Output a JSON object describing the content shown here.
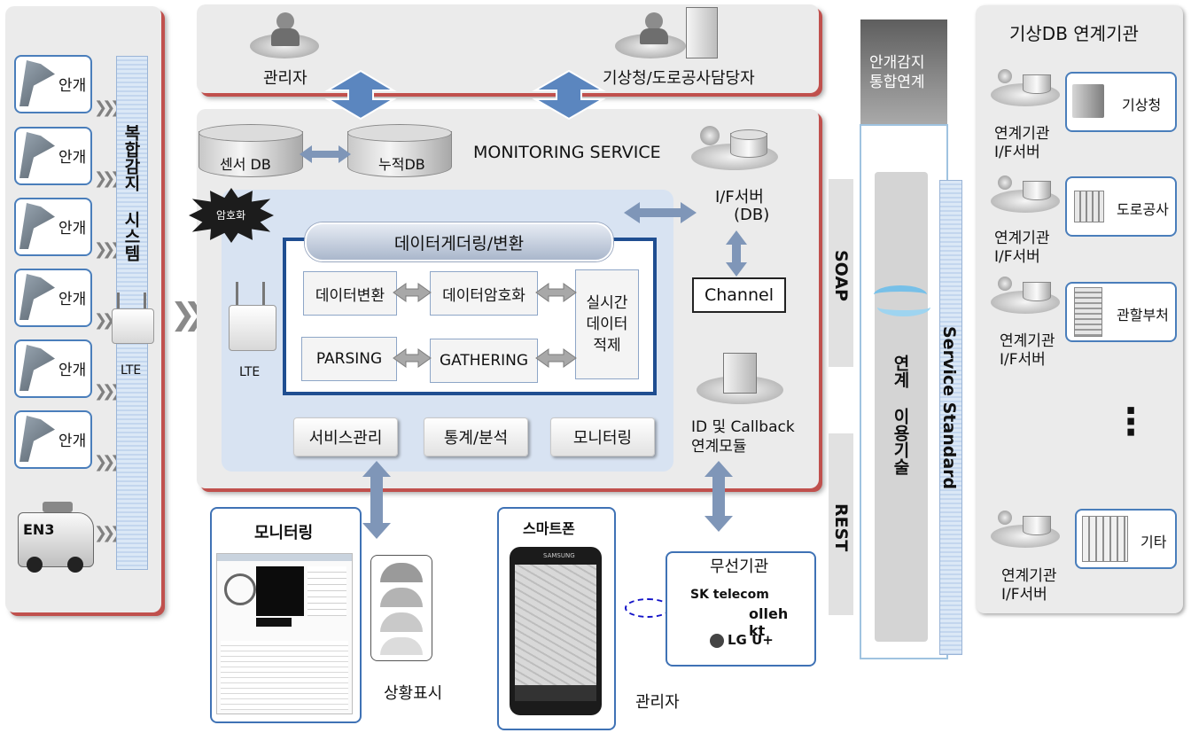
{
  "left_panel": {
    "sensors": [
      "안개",
      "안개",
      "안개",
      "안개",
      "안개",
      "안개"
    ],
    "bar_label": "복합감지 시스템",
    "lte": "LTE",
    "vehicle": "EN3"
  },
  "top_panel": {
    "admin": "관리자",
    "weather_staff": "기상청/도로공사담당자"
  },
  "monitoring": {
    "title": "MONITORING SERVICE",
    "sensor_db": "센서 DB",
    "cumulative_db": "누적DB",
    "encryption_badge": "암호화",
    "lte": "LTE",
    "pipeline_title": "데이터게더링/변환",
    "data_convert": "데이터변환",
    "data_encrypt": "데이터암호화",
    "realtime": "실시간 데이터 적제",
    "parsing": "PARSING",
    "gathering": "GATHERING",
    "service_mgmt": "서비스관리",
    "stats": "통계/분석",
    "monitoring_btn": "모니터링",
    "if_server": "I/F서버",
    "if_db": "(DB)",
    "channel": "Channel",
    "callback_1": "ID 및 Callback",
    "callback_2": "연계모듈"
  },
  "protocols": {
    "soap": "SOAP",
    "rest": "REST"
  },
  "integration": {
    "header_1": "안개감지",
    "header_2": "통합연계",
    "tech": "연계 이용기술",
    "standard": "Service Standard"
  },
  "weather_db": {
    "title": "기상DB 연계기관",
    "orgs": [
      {
        "name": "기상청",
        "server_1": "연계기관",
        "server_2": "I/F서버"
      },
      {
        "name": "도로공사",
        "server_1": "연계기관",
        "server_2": "I/F서버"
      },
      {
        "name": "관할부처",
        "server_1": "연계기관",
        "server_2": "I/F서버"
      },
      {
        "name": "기타",
        "server_1": "연계기관",
        "server_2": "I/F서버"
      }
    ],
    "ellipsis": "⋮"
  },
  "bottom": {
    "monitoring_title": "모니터링",
    "status_display": "상황표시",
    "smartphone_title": "스마트폰",
    "phone_brand": "SAMSUNG",
    "manager": "관리자",
    "wireless_title": "무선기관",
    "carriers": [
      "SK telecom",
      "olleh kt",
      "LG U+"
    ]
  }
}
